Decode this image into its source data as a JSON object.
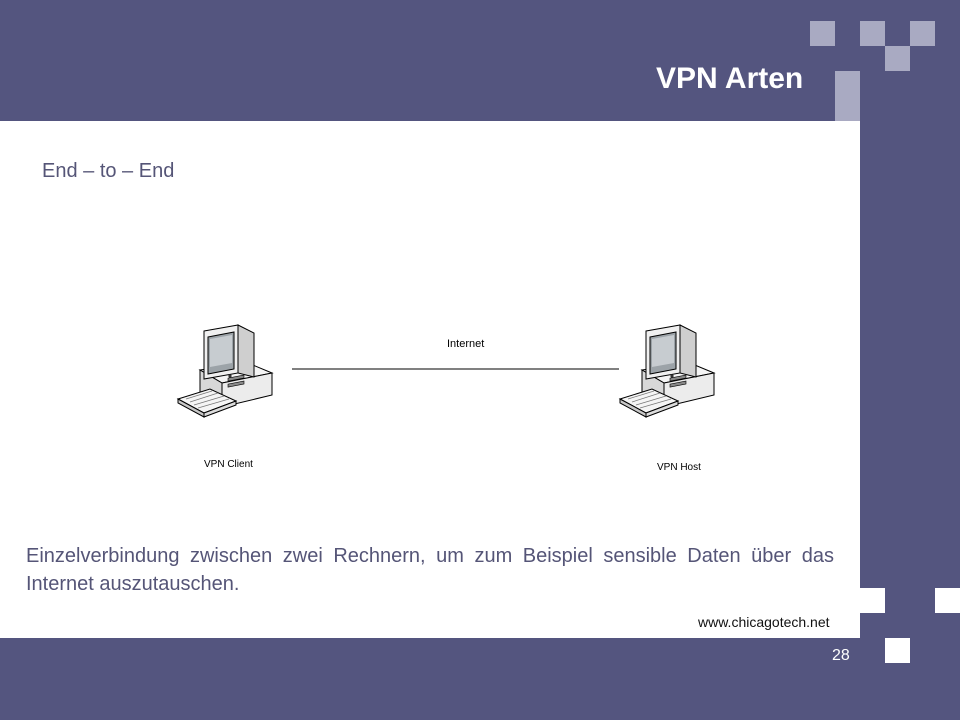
{
  "slide": {
    "title": "VPN Arten",
    "subtitle": "End – to – End",
    "body": "Einzelverbindung zwischen zwei Rechnern, um zum Beispiel sensible Daten über das Internet auszutauschen.",
    "source": "www.chicagotech.net",
    "page_number": "28"
  },
  "diagram": {
    "nodes": [
      {
        "id": "client",
        "label": "VPN Client",
        "icon": "desktop-computer-icon"
      },
      {
        "id": "host",
        "label": "VPN Host",
        "icon": "desktop-computer-icon"
      }
    ],
    "edges": [
      {
        "from": "client",
        "to": "host",
        "label": "Internet"
      }
    ]
  },
  "colors": {
    "background": "#54557f",
    "content": "#ffffff",
    "square_light": "#a9aac2",
    "text": "#555577"
  }
}
